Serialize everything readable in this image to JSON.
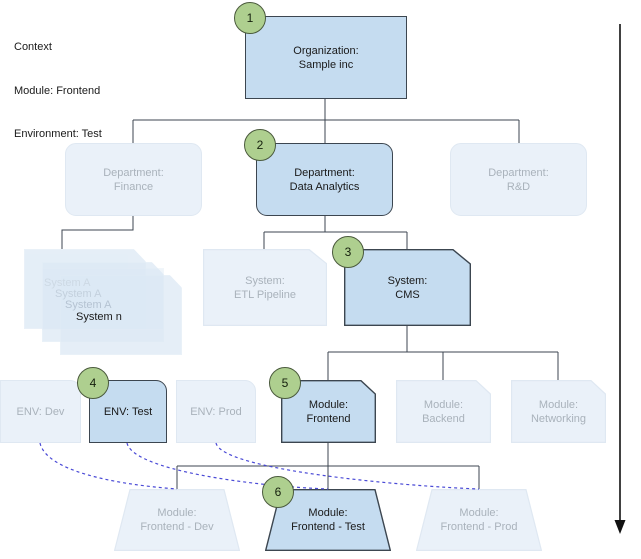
{
  "context": {
    "title": "Context",
    "lines": [
      "Context",
      "Module: Frontend",
      "Environment: Test"
    ],
    "module_line": "Module: Frontend",
    "environment_line": "Environment: Test"
  },
  "colors": {
    "active_fill": "#c5dcf0",
    "faded_fill": "#eaf1f9",
    "active_stroke": "#3c4650",
    "faded_stroke": "#dfe8f2",
    "active_text": "#1a1a1a",
    "faded_text": "#a9b2bb",
    "badge_fill": "#aecf8f",
    "badge_stroke": "#4a5a3c",
    "connector": "#3c4650",
    "dashed_link": "#4a4ad6"
  },
  "levels": {
    "organization": "Organization",
    "department": "Department",
    "system": "System",
    "environment": "ENV",
    "module": "Module",
    "deployment": "Module"
  },
  "nodes": {
    "organization": {
      "label": "Organization:\nSample inc",
      "badge": "1",
      "state": "active",
      "shape": "rect"
    },
    "departments": [
      {
        "label": "Department:\nFinance",
        "state": "faded",
        "shape": "rounded",
        "badge": ""
      },
      {
        "label": "Department:\nData Analytics",
        "state": "active",
        "shape": "rounded",
        "badge": "2"
      },
      {
        "label": "Department:\nR&D",
        "state": "faded",
        "shape": "rounded",
        "badge": ""
      }
    ],
    "system_stack": {
      "labels": [
        "System A",
        "System A",
        "System A",
        "System n"
      ],
      "state": "faded",
      "shape": "cut-corner-stack",
      "card_count": 4
    },
    "systems": [
      {
        "label": "System:\nETL Pipeline",
        "state": "faded",
        "shape": "cut-corner",
        "badge": ""
      },
      {
        "label": "System:\nCMS",
        "state": "active",
        "shape": "cut-corner",
        "badge": "3"
      }
    ],
    "environments": [
      {
        "label": "ENV: Dev",
        "state": "faded",
        "shape": "env",
        "badge": ""
      },
      {
        "label": "ENV: Test",
        "state": "active",
        "shape": "env",
        "badge": "4"
      },
      {
        "label": "ENV: Prod",
        "state": "faded",
        "shape": "env",
        "badge": ""
      }
    ],
    "modules": [
      {
        "label": "Module:\nFrontend",
        "state": "active",
        "shape": "cut-corner",
        "badge": "5"
      },
      {
        "label": "Module:\nBackend",
        "state": "faded",
        "shape": "cut-corner",
        "badge": ""
      },
      {
        "label": "Module:\nNetworking",
        "state": "faded",
        "shape": "cut-corner",
        "badge": ""
      }
    ],
    "deployments": [
      {
        "label": "Module:\nFrontend - Dev",
        "state": "faded",
        "shape": "trapezoid",
        "badge": ""
      },
      {
        "label": "Module:\nFrontend - Test",
        "state": "active",
        "shape": "trapezoid",
        "badge": "6"
      },
      {
        "label": "Module:\nFrontend - Prod",
        "state": "faded",
        "shape": "trapezoid",
        "badge": ""
      }
    ]
  },
  "flow_arrow": {
    "direction": "down",
    "name": "drill-down-arrow"
  },
  "badge_sequence": [
    "1",
    "2",
    "3",
    "4",
    "5",
    "6"
  ]
}
